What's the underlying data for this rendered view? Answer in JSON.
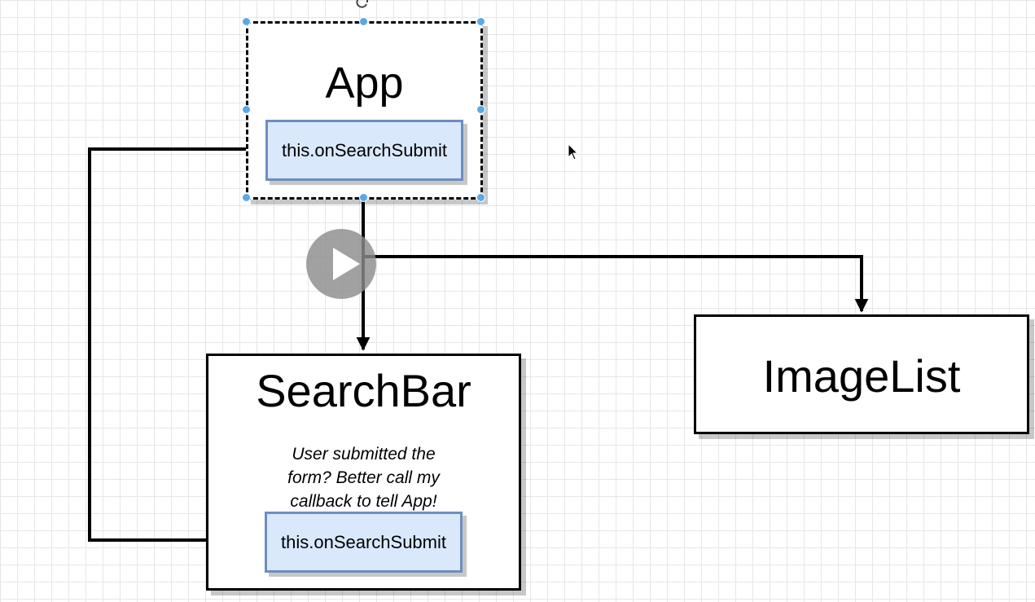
{
  "diagram": {
    "app": {
      "title": "App",
      "method": "this.onSearchSubmit"
    },
    "searchbar": {
      "title": "SearchBar",
      "note_lines": [
        "User submitted the",
        "form?  Better call my",
        "callback to tell App!"
      ],
      "method": "this.onSearchSubmit"
    },
    "imagelist": {
      "title": "ImageList"
    }
  },
  "icons": {
    "play": "play-icon",
    "cursor": "mouse-pointer-icon",
    "rotate": "rotate-handle-icon"
  },
  "colors": {
    "method_fill": "#dae8fc",
    "method_border": "#6c8ebf",
    "selection_handle": "#5aa9e6",
    "play_overlay": "#8c8c8c"
  }
}
